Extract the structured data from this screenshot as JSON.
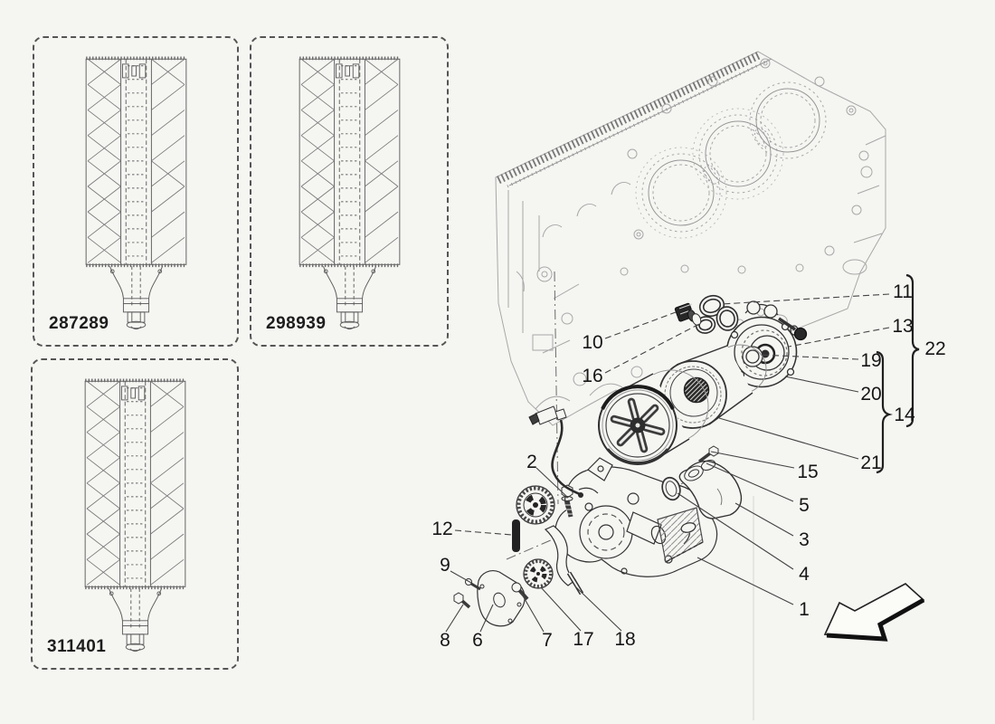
{
  "page": {
    "background": "#f5f5f2"
  },
  "diagram": {
    "inset_boxes": [
      {
        "part_number": "287289"
      },
      {
        "part_number": "298939"
      },
      {
        "part_number": "311401"
      }
    ],
    "callouts": {
      "n1": "1",
      "n2": "2",
      "n3": "3",
      "n4": "4",
      "n5": "5",
      "n6": "6",
      "n7": "7",
      "n8": "8",
      "n9": "9",
      "n10": "10",
      "n11": "11",
      "n12": "12",
      "n13": "13",
      "n14": "14",
      "n15": "15",
      "n16": "16",
      "n17": "17",
      "n18": "18",
      "n19": "19",
      "n20": "20",
      "n21": "21",
      "n22": "22"
    }
  },
  "icons": {
    "direction_arrow": "block-arrow-down-left"
  },
  "colors": {
    "paper": "#f5f5f2",
    "line_dark": "#2f2f2f",
    "line_light": "#a8a8a8",
    "text": "#161616"
  }
}
